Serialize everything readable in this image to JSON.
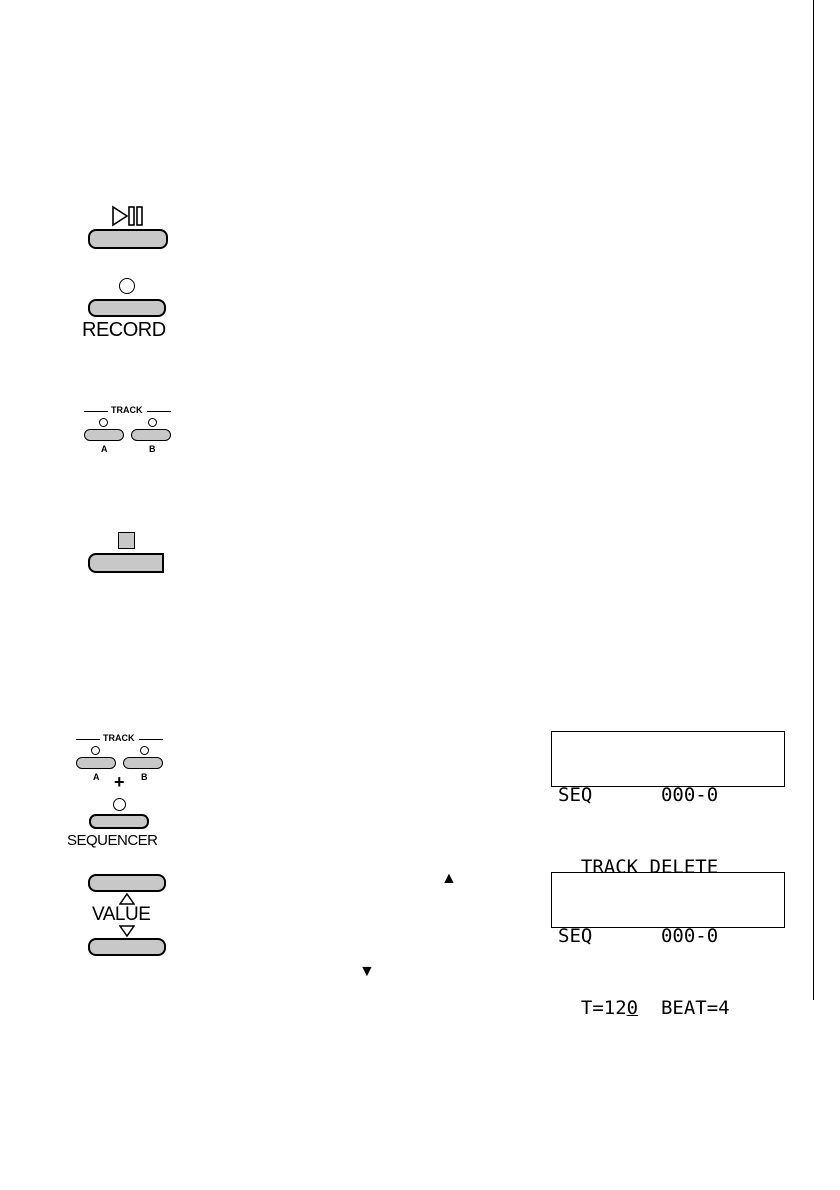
{
  "record_label": "RECORD",
  "track_header": "TRACK",
  "track_a": "A",
  "track_b": "B",
  "plus": "+",
  "sequencer_label": "SEQUENCER",
  "value_label": "VALUE",
  "up_arrow": "▲",
  "down_arrow": "▼",
  "lcd1": {
    "line1": "SEQ      000-0",
    "line2": "  TRACK DELETE"
  },
  "lcd2": {
    "line1": "SEQ      000-0",
    "line2_pre": "  T=12",
    "line2_cursor": "0",
    "line2_post": "  BEAT=4"
  }
}
